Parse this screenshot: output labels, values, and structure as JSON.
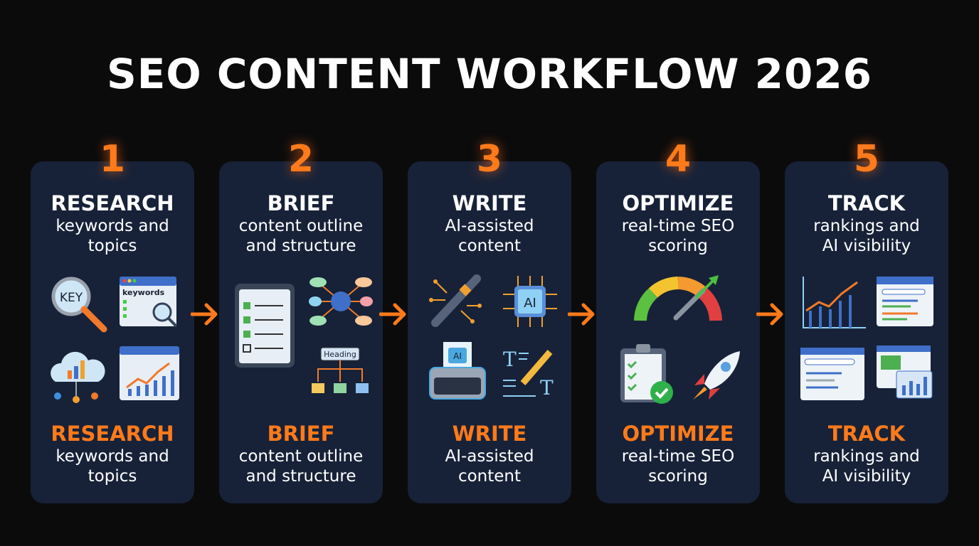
{
  "title": "SEO CONTENT WORKFLOW 2026",
  "accent": "#ff7a1a",
  "steps": [
    {
      "number": "1",
      "title": "RESEARCH",
      "subtitle_1": "keywords and",
      "subtitle_2": "topics",
      "icons": [
        "magnifier-key-icon",
        "keywords-browser-icon",
        "cloud-analytics-icon",
        "growth-chart-browser-icon"
      ],
      "icon_text": {
        "key": "KEY",
        "keywords": "keywords"
      }
    },
    {
      "number": "2",
      "title": "BRIEF",
      "subtitle_1": "content outline",
      "subtitle_2": "and structure",
      "icons": [
        "checklist-clipboard-icon",
        "mind-map-icon",
        "heading-hierarchy-icon"
      ],
      "icon_text": {
        "heading": "Heading"
      }
    },
    {
      "number": "3",
      "title": "WRITE",
      "subtitle_1": "AI-assisted",
      "subtitle_2": "content",
      "icons": [
        "circuit-pen-icon",
        "ai-chip-icon",
        "ai-typewriter-icon",
        "text-edit-pencil-icon"
      ],
      "icon_text": {
        "ai": "AI"
      }
    },
    {
      "number": "4",
      "title": "OPTIMIZE",
      "subtitle_1": "real-time SEO",
      "subtitle_2": "scoring",
      "icons": [
        "score-gauge-icon",
        "approved-checklist-icon",
        "rocket-icon"
      ]
    },
    {
      "number": "5",
      "title": "TRACK",
      "subtitle_1": "rankings and",
      "subtitle_2": "AI visibility",
      "icons": [
        "ranking-chart-icon",
        "search-results-icon",
        "search-browser-icon",
        "analytics-dashboard-icon"
      ]
    }
  ]
}
